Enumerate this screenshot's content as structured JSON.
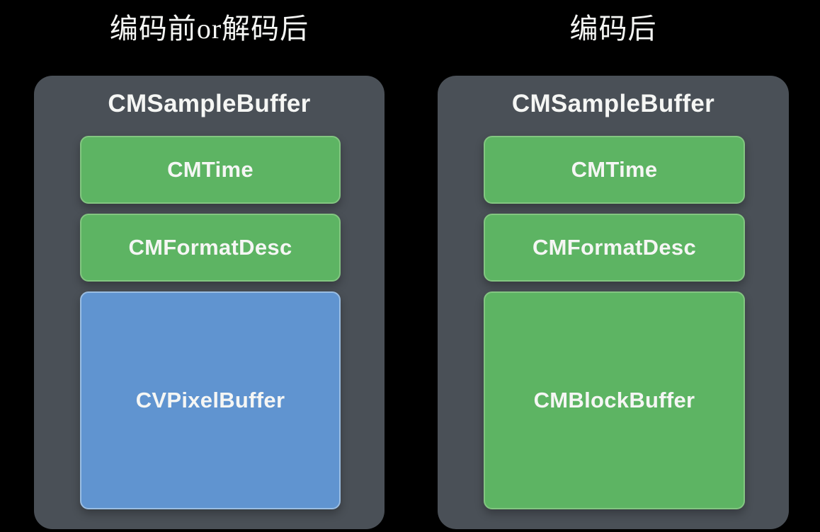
{
  "colors": {
    "background": "#000000",
    "panel": "#4a5057",
    "green": "#5db463",
    "green_border": "#83c681",
    "blue": "#6094d0",
    "blue_border": "#9abde2",
    "text": "#f5f6f4"
  },
  "panels": [
    {
      "caption": "编码前or解码后",
      "title": "CMSampleBuffer",
      "blocks": [
        {
          "label": "CMTime",
          "type": "green"
        },
        {
          "label": "CMFormatDesc",
          "type": "green"
        },
        {
          "label": "CVPixelBuffer",
          "type": "blue"
        }
      ]
    },
    {
      "caption": "编码后",
      "title": "CMSampleBuffer",
      "blocks": [
        {
          "label": "CMTime",
          "type": "green"
        },
        {
          "label": "CMFormatDesc",
          "type": "green"
        },
        {
          "label": "CMBlockBuffer",
          "type": "green"
        }
      ]
    }
  ]
}
